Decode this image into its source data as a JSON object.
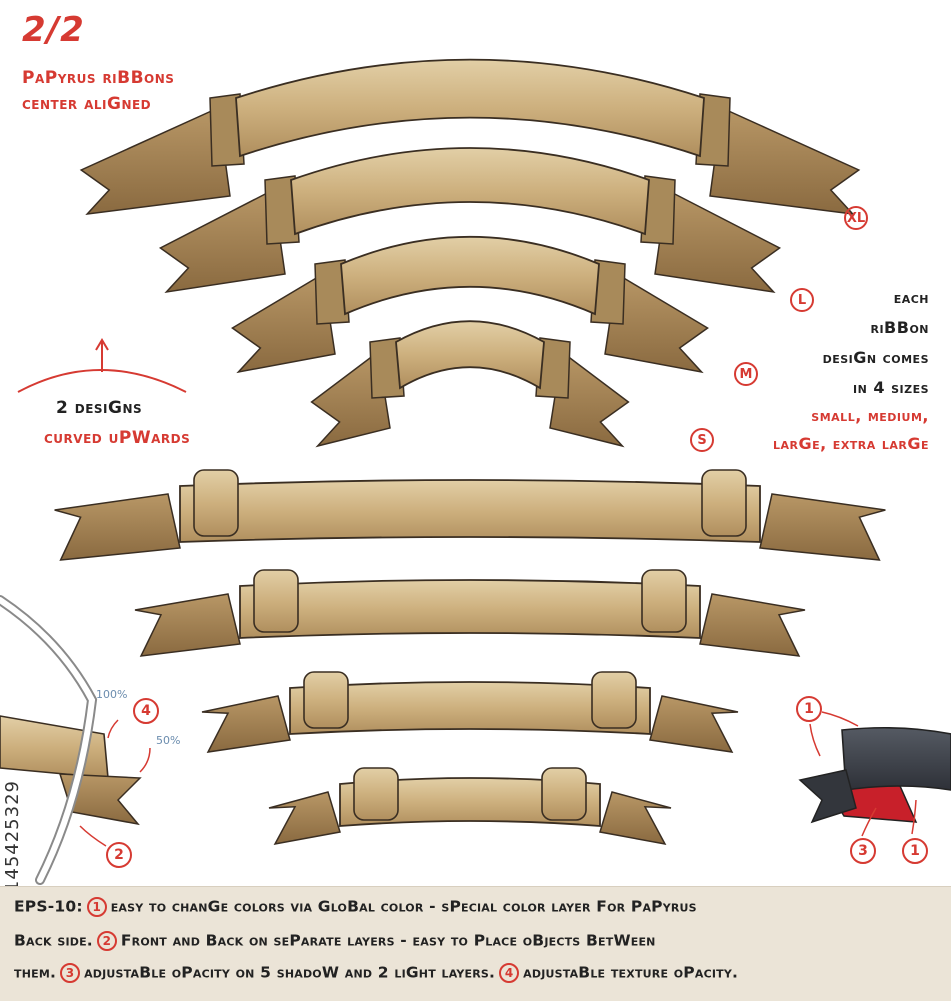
{
  "header": {
    "page_label": "2/2",
    "line1": "PaPyrus riBBons",
    "line2": "center aliGned"
  },
  "designs_note": {
    "line1": "2 desiGns",
    "line2": "curved uPWards"
  },
  "sizes": {
    "xl_label": "XL",
    "l_label": "L",
    "m_label": "M",
    "s_label": "S"
  },
  "size_note": {
    "line1": "each",
    "line2": "riBBon",
    "line3": "desiGn comes",
    "line4": "in 4 sizes",
    "line5": "small, medium,",
    "line6": "larGe, extra larGe"
  },
  "callouts": {
    "pct_100": "100%",
    "pct_50": "50%",
    "n1": "1",
    "n2": "2",
    "n3": "3",
    "n4": "4"
  },
  "watermark": "#145425329",
  "footer": {
    "lead": "EPS-10:",
    "c1": "1",
    "text1": "easy to chanGe colors via GloBal color - sPecial color layer For PaPyrus",
    "text2a": "Back side.",
    "c2": "2",
    "text2b": "Front and Back on seParate layers - easy to Place oBjects BetWeen",
    "text3a": "them.",
    "c3": "3",
    "text3b": "adjustaBle oPacity on 5 shadoW and 2 liGht layers.",
    "c4": "4",
    "text3c": "adjustaBle texture oPacity."
  },
  "colors": {
    "accent_red": "#d63a32",
    "papyrus_light": "#d9c49a",
    "papyrus_mid": "#c2a674",
    "papyrus_dark": "#8e7148",
    "ribbon_outline": "#3a2e22",
    "dark_ribbon": "#3c4048",
    "dark_ribbon_back": "#c8202a",
    "footer_bg": "#ebe4d7"
  }
}
